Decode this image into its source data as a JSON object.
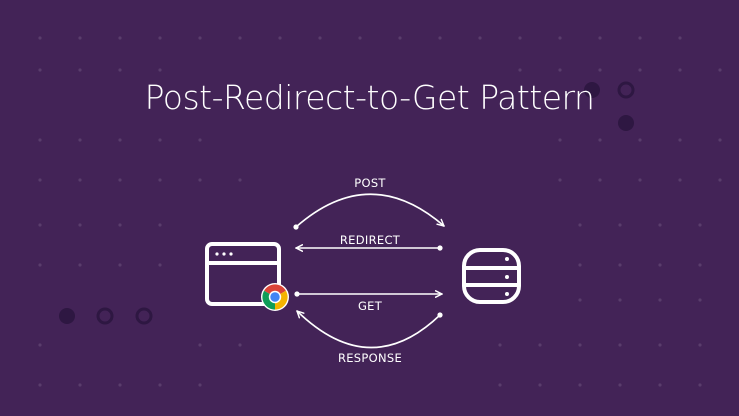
{
  "title": "Post-Redirect-to-Get Pattern",
  "flows": {
    "post": "POST",
    "redirect": "REDIRECT",
    "get": "GET",
    "response": "RESPONSE"
  },
  "icons": {
    "browser": "browser-window-icon",
    "chrome": "chrome-logo-icon",
    "server": "database-server-icon"
  },
  "colors": {
    "background": "#432357",
    "foreground": "#ffffff",
    "dots": "#5a3d6c",
    "circle_dark": "#2e1742"
  }
}
